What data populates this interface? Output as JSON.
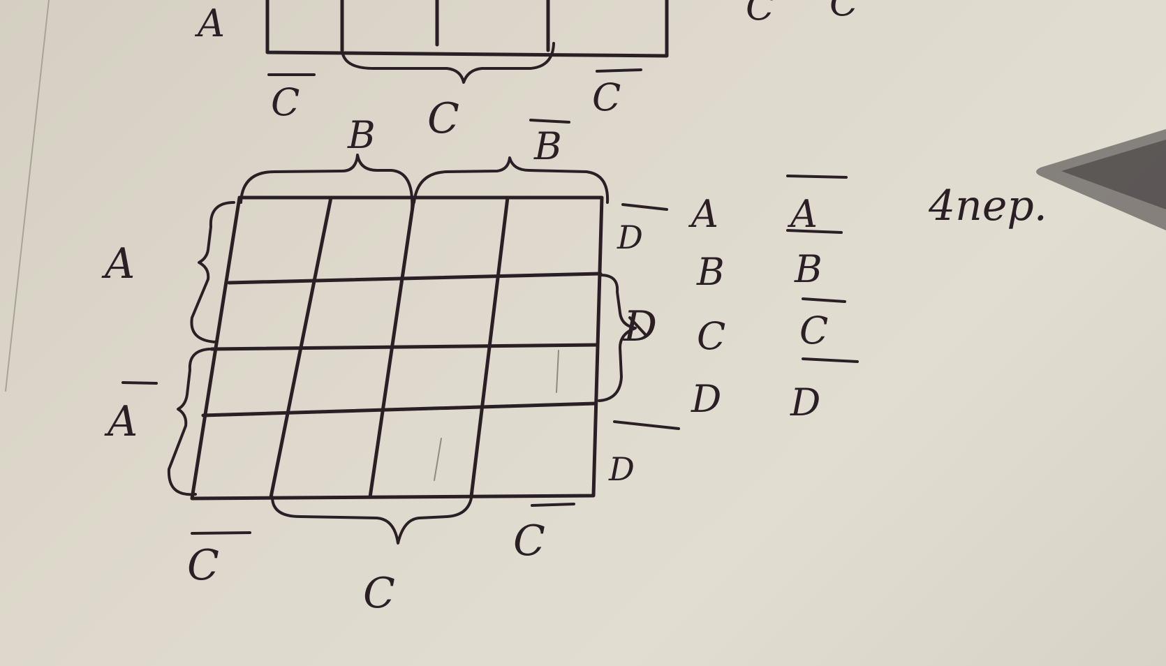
{
  "top_kmap": {
    "row_label": "A",
    "bottom_labels": {
      "left": "C",
      "middle": "C",
      "right": "C"
    },
    "top_right_labels": [
      "C",
      "C"
    ]
  },
  "kmap": {
    "columns": {
      "left_group": "B",
      "right_group": "B"
    },
    "rows": {
      "top_group": "A",
      "bottom_group": "A"
    },
    "right_labels": {
      "top": "D",
      "middle": "D",
      "bottom": "D"
    },
    "bottom_labels": {
      "left": "C",
      "middle": "C",
      "right": "C"
    }
  },
  "variables": {
    "plain": [
      "A",
      "B",
      "C",
      "D"
    ],
    "negated": [
      "A",
      "B",
      "C",
      "D"
    ]
  },
  "note": "4пер."
}
